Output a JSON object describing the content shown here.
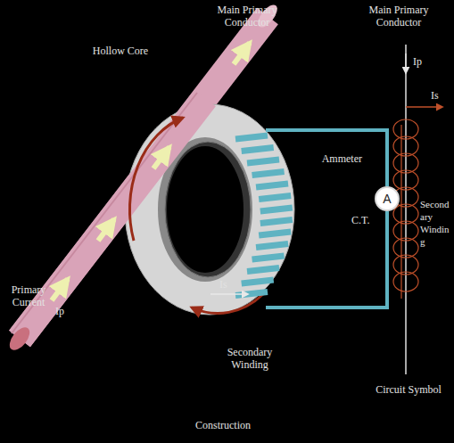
{
  "diagram": {
    "nodes": [
      {
        "text": [
          "A",
          "Ammeter"
        ]
      }
    ],
    "labels": [
      "Main Primary Conductor",
      "Hollow Core",
      "Primary Current",
      "Ip",
      "Is",
      "Secondary Winding",
      "Construction",
      "Main Primary Conductor",
      "Ip",
      "Is",
      "C.T.",
      "Secondary Winding",
      "Circuit Symbol"
    ]
  }
}
